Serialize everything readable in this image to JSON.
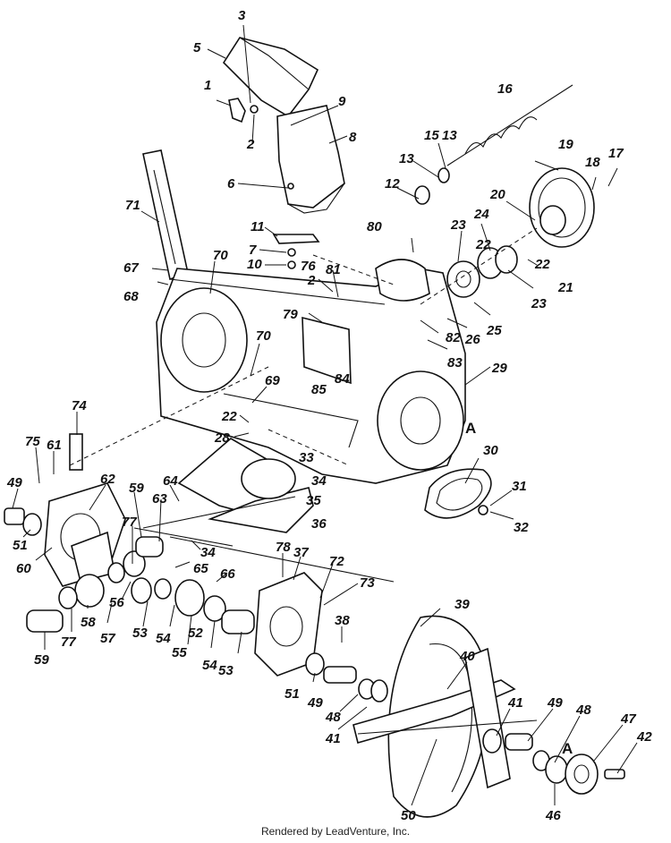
{
  "footer": "Rendered by LeadVenture, Inc.",
  "labels": {
    "p1": "1",
    "p2a": "2",
    "p2b": "2",
    "p3": "3",
    "p5": "5",
    "p6": "6",
    "p7": "7",
    "p8": "8",
    "p9": "9",
    "p10": "10",
    "p11": "11",
    "p12": "12",
    "p13a": "13",
    "p13b": "13",
    "p15": "15",
    "p16": "16",
    "p17": "17",
    "p18": "18",
    "p19": "19",
    "p20": "20",
    "p21": "21",
    "p22a": "22",
    "p22b": "22",
    "p23a": "23",
    "p23b": "23",
    "p24": "24",
    "p25": "25",
    "p26": "26",
    "p28": "28",
    "p29": "29",
    "p30": "30",
    "p31": "31",
    "p32": "32",
    "p33": "33",
    "p34a": "34",
    "p34b": "34",
    "p35": "35",
    "p36": "36",
    "p37": "37",
    "p38": "38",
    "p39": "39",
    "p40": "40",
    "p41a": "41",
    "p41b": "41",
    "p42": "42",
    "p46": "46",
    "p47": "47",
    "p48a": "48",
    "p48b": "48",
    "p49a": "49",
    "p49b": "49",
    "p49c": "49",
    "p50": "50",
    "p51a": "51",
    "p51b": "51",
    "p52": "52",
    "p53a": "53",
    "p53b": "53",
    "p54a": "54",
    "p54b": "54",
    "p55": "55",
    "p56": "56",
    "p57": "57",
    "p58": "58",
    "p59a": "59",
    "p59b": "59",
    "p60": "60",
    "p61": "61",
    "p62": "62",
    "p63": "63",
    "p64": "64",
    "p65": "65",
    "p66": "66",
    "p67": "67",
    "p68": "68",
    "p69": "69",
    "p70a": "70",
    "p70b": "70",
    "p71": "71",
    "p72": "72",
    "p73": "73",
    "p74": "74",
    "p75": "75",
    "p76": "76",
    "p77a": "77",
    "p77b": "77",
    "p78": "78",
    "p79": "79",
    "p80": "80",
    "p81": "81",
    "p82": "82",
    "p83": "83",
    "p84": "84",
    "p85": "85",
    "p22c": "22",
    "pA1": "A",
    "pA2": "A"
  }
}
